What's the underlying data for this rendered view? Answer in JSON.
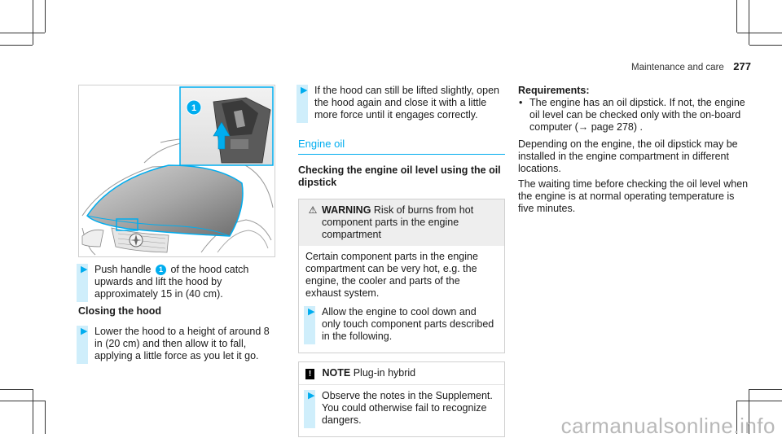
{
  "header": {
    "section": "Maintenance and care",
    "page": "277"
  },
  "figure": {
    "callout": "1",
    "accent": "#00adef"
  },
  "col1": {
    "step1": {
      "before": "Push handle",
      "callout": "1",
      "after": "of the hood catch upwards and lift the hood by approximately 15 in (40 cm)."
    },
    "heading": "Closing the hood",
    "step2": "Lower the hood to a height of around 8 in (20 cm) and then allow it to fall, applying a little force as you let it go."
  },
  "col2": {
    "step1": "If the hood can still be lifted slightly, open the hood again and close it with a little more force until it engages correctly.",
    "section_title": "Engine oil",
    "subheading": "Checking the engine oil level using the oil dipstick",
    "warning": {
      "label": "WARNING",
      "title": "Risk of burns from hot component parts in the engine compartment",
      "body": "Certain component parts in the engine compartment can be very hot, e.g. the engine, the cooler and parts of the exhaust system.",
      "step": "Allow the engine to cool down and only touch component parts described in the following."
    },
    "note": {
      "label": "NOTE",
      "title": "Plug-in hybrid",
      "step": "Observe the notes in the Supplement. You could otherwise fail to recognize dangers."
    }
  },
  "col3": {
    "req_heading": "Requirements:",
    "req_item": "The engine has an oil dipstick. If not, the engine oil level can be checked only with the on-board computer (→ page 278) .",
    "para1": "Depending on the engine, the oil dipstick may be installed in the engine compartment in different locations.",
    "para2": "The waiting time before checking the oil level when the engine is at normal operating temperature is five minutes."
  },
  "watermark": "carmanualsonline.info"
}
